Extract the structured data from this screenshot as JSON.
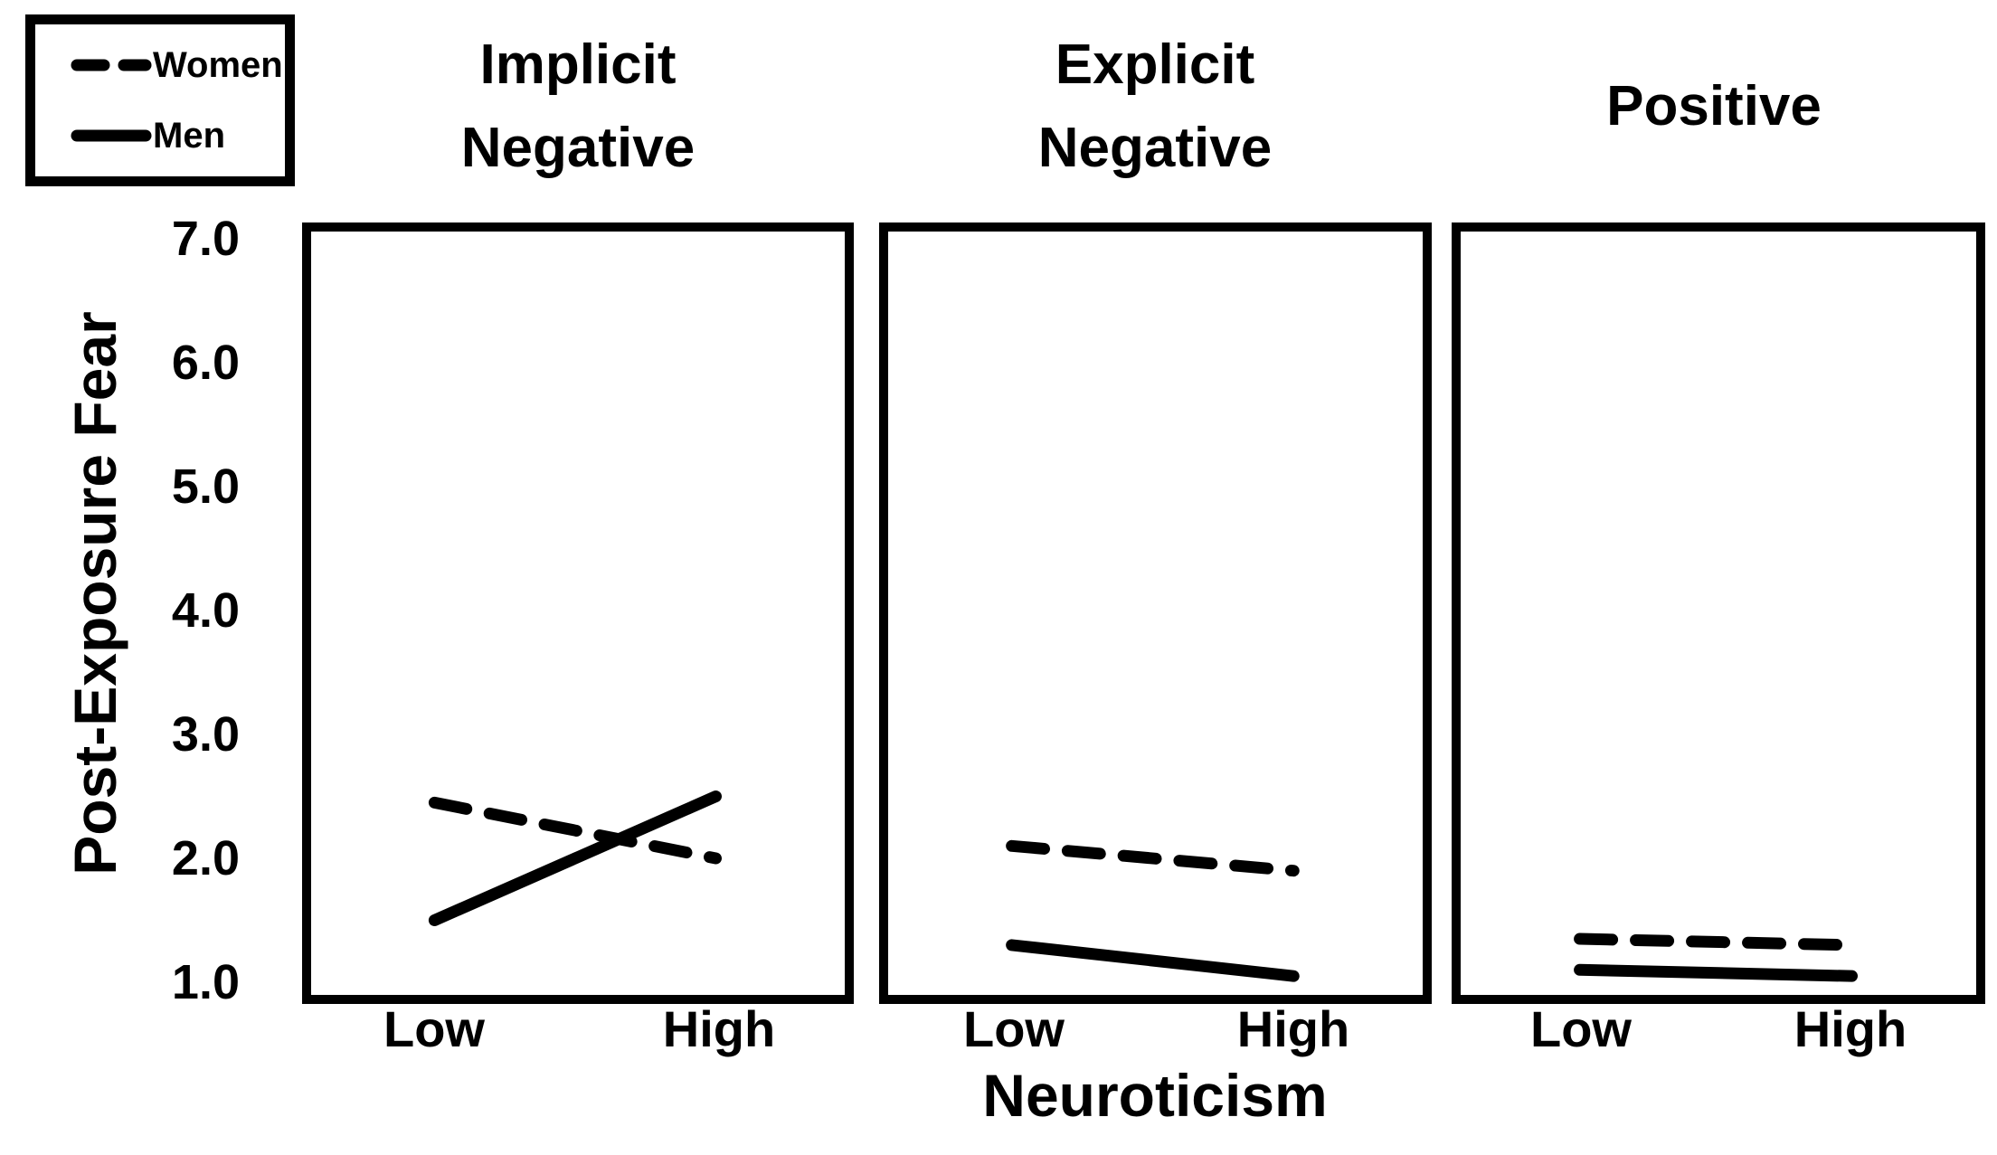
{
  "figure": {
    "ylabel": "Post-Exposure Fear",
    "xlabel": "Neuroticism",
    "yticks": [
      "7.0",
      "6.0",
      "5.0",
      "4.0",
      "3.0",
      "2.0",
      "1.0"
    ],
    "xticklabels": [
      "Low",
      "High"
    ],
    "colors": {
      "line": "#000000",
      "background": "#ffffff"
    }
  },
  "legend": {
    "items": [
      {
        "label": "Women",
        "style": "dashed"
      },
      {
        "label": "Men",
        "style": "solid"
      }
    ]
  },
  "chart_data": [
    {
      "type": "line",
      "title": "Implicit Negative",
      "categories": [
        "Low",
        "High"
      ],
      "series": [
        {
          "name": "Women",
          "style": "dashed",
          "values": [
            2.45,
            2.0
          ]
        },
        {
          "name": "Men",
          "style": "solid",
          "values": [
            1.5,
            2.5
          ]
        }
      ],
      "xlabel": "Neuroticism",
      "ylabel": "Post-Exposure Fear",
      "ylim": [
        1.0,
        7.0
      ],
      "grid": false,
      "legend_position": "outside-top-left"
    },
    {
      "type": "line",
      "title": "Explicit Negative",
      "categories": [
        "Low",
        "High"
      ],
      "series": [
        {
          "name": "Women",
          "style": "dashed",
          "values": [
            2.1,
            1.9
          ]
        },
        {
          "name": "Men",
          "style": "solid",
          "values": [
            1.3,
            1.05
          ]
        }
      ],
      "xlabel": "Neuroticism",
      "ylabel": "Post-Exposure Fear",
      "ylim": [
        1.0,
        7.0
      ],
      "grid": false
    },
    {
      "type": "line",
      "title": "Positive",
      "categories": [
        "Low",
        "High"
      ],
      "series": [
        {
          "name": "Women",
          "style": "dashed",
          "values": [
            1.35,
            1.3
          ]
        },
        {
          "name": "Men",
          "style": "solid",
          "values": [
            1.1,
            1.05
          ]
        }
      ],
      "xlabel": "Neuroticism",
      "ylabel": "Post-Exposure Fear",
      "ylim": [
        1.0,
        7.0
      ],
      "grid": false
    }
  ]
}
